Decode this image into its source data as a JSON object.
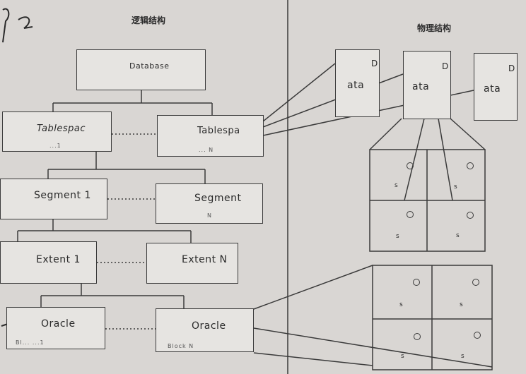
{
  "headings": {
    "logical": "逻辑结构",
    "physical": "物理结构"
  },
  "logical": {
    "database": "Database",
    "tablespace_1": "Tablespac",
    "tablespace_1_sub": "...1",
    "tablespace_n": "Tablespa",
    "tablespace_n_sub": "... N",
    "segment_1": "Segment 1",
    "segment_n": "Segment",
    "segment_n_sub": "N",
    "extent_1": "Extent 1",
    "extent_n": "Extent N",
    "block_1": "Oracle",
    "block_1_sub": "Bl... ...1",
    "block_n": "Oracle",
    "block_n_sub": "Block N"
  },
  "physical": {
    "datafiles": [
      {
        "label": "ata",
        "corner": "D"
      },
      {
        "label": "ata",
        "corner": "D"
      },
      {
        "label": "ata",
        "corner": "D"
      }
    ],
    "grid_cell_letter": "s"
  }
}
